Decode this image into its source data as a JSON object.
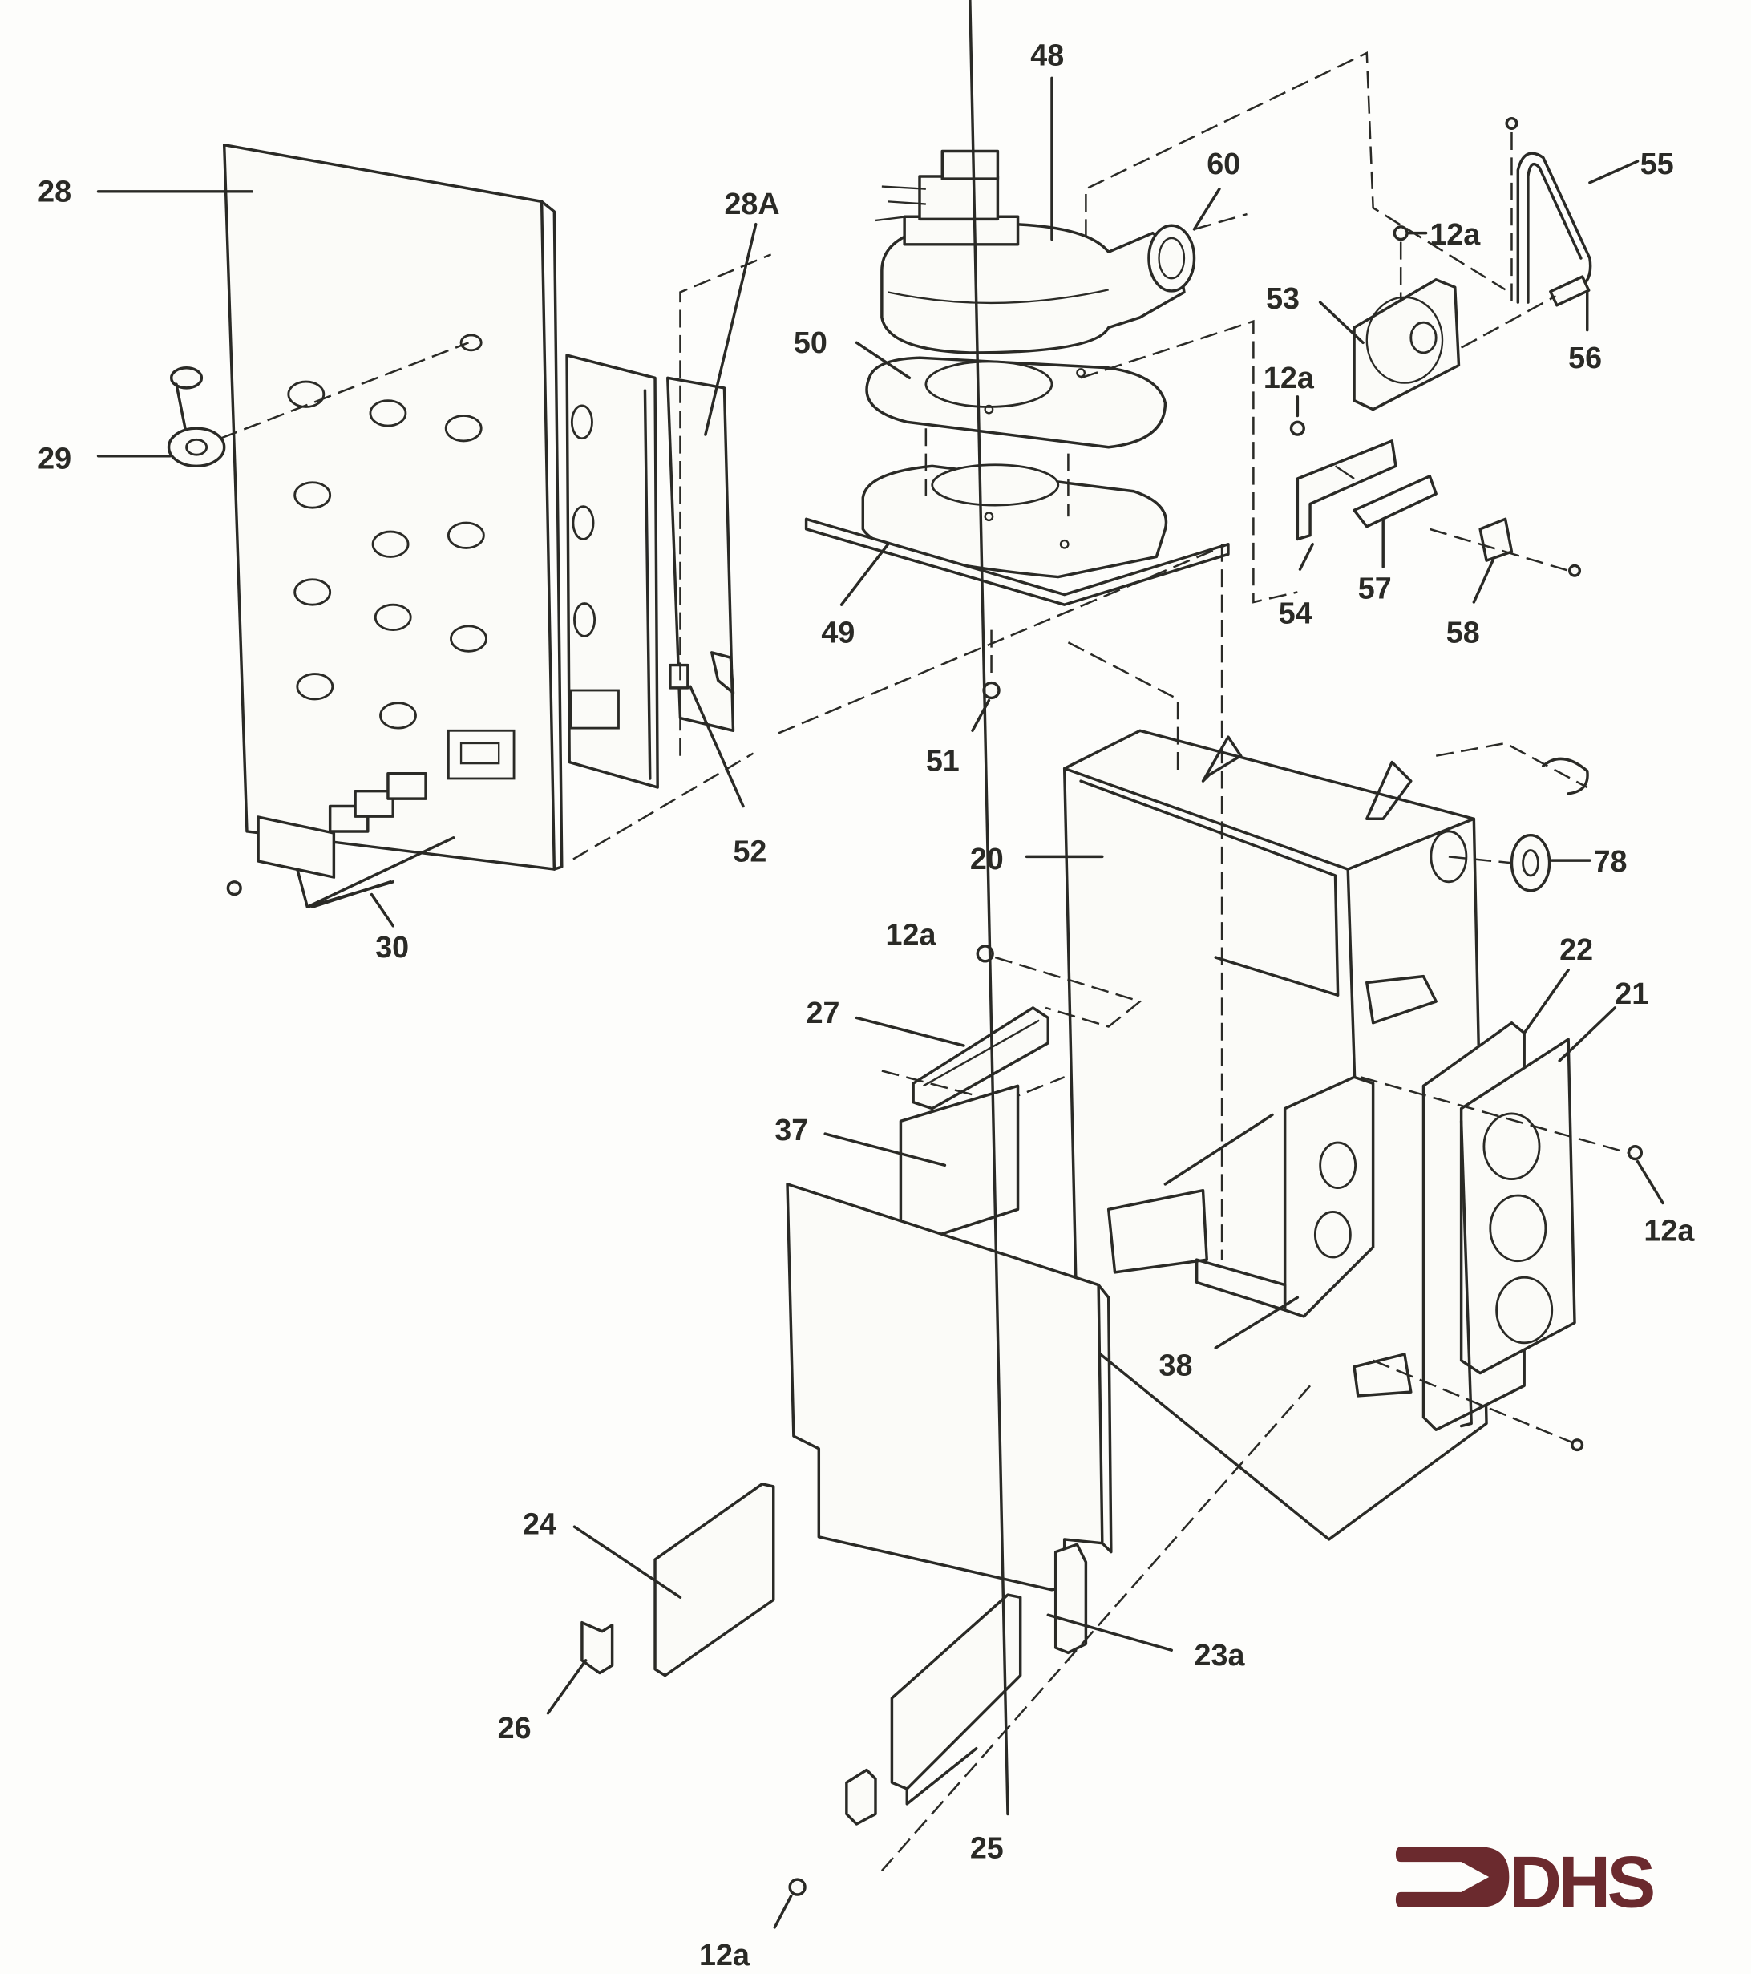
{
  "diagram": {
    "type": "exploded-parts-diagram",
    "colors": {
      "ink": "#2a2a26",
      "paper": "#fdfdfb",
      "brand": "#6b2a2e"
    },
    "logo": {
      "text": "DHS",
      "icon": "arrow-bracket-icon"
    },
    "callouts": {
      "c28": "28",
      "c28A": "28A",
      "c29": "29",
      "c30": "30",
      "c52": "52",
      "c48": "48",
      "c60": "60",
      "c50": "50",
      "c49": "49",
      "c51": "51",
      "c55": "55",
      "c56": "56",
      "c53": "53",
      "c12a_top": "12a",
      "c12a_mid": "12a",
      "c54": "54",
      "c57": "57",
      "c58": "58",
      "c20": "20",
      "c78": "78",
      "c12a_left": "12a",
      "c27": "27",
      "c22": "22",
      "c21": "21",
      "c37": "37",
      "c12a_right": "12a",
      "c38": "38",
      "c24": "24",
      "c23a": "23a",
      "c26": "26",
      "c25": "25",
      "c12a_bottom": "12a"
    }
  }
}
